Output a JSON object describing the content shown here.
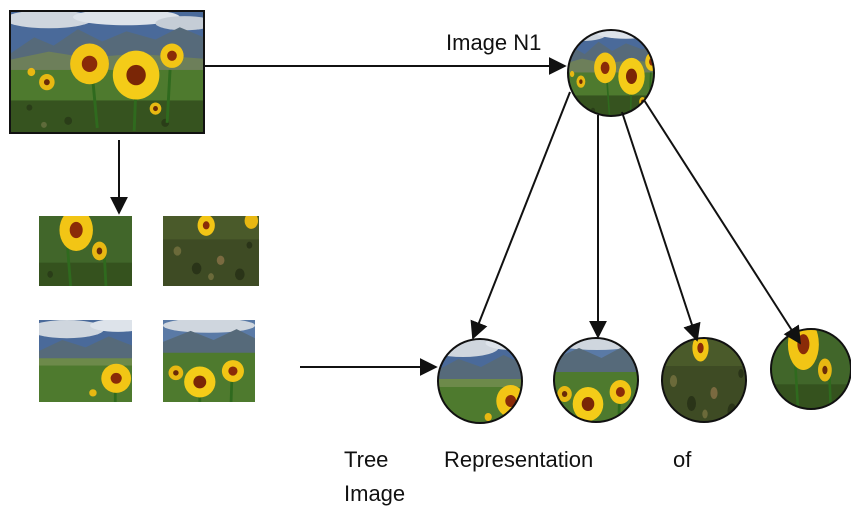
{
  "labels": {
    "image_node": "Image N1"
  },
  "caption_words": [
    "Tree",
    "Representation",
    "of",
    "Image"
  ],
  "colors": {
    "sky": "#4a6a9a",
    "cloud": "#cfd6de",
    "mountain": "#566a7a",
    "grass": "#4e7a2e",
    "petal": "#f2c515",
    "flower_center": "#8a2b08",
    "outline": "#111111"
  }
}
